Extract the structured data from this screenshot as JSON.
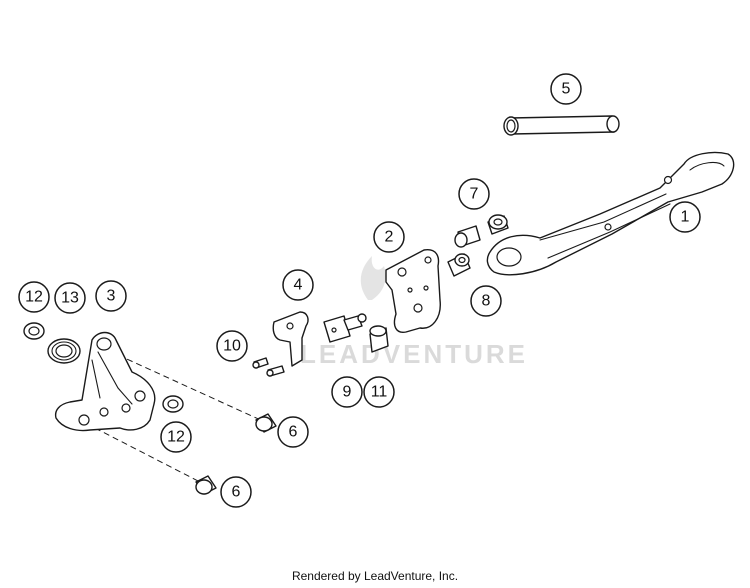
{
  "diagram": {
    "callouts": [
      {
        "key": "p1",
        "label": "1"
      },
      {
        "key": "p2",
        "label": "2"
      },
      {
        "key": "p3",
        "label": "3"
      },
      {
        "key": "p4",
        "label": "4"
      },
      {
        "key": "p5",
        "label": "5"
      },
      {
        "key": "p6a",
        "label": "6"
      },
      {
        "key": "p6b",
        "label": "6"
      },
      {
        "key": "p7",
        "label": "7"
      },
      {
        "key": "p8",
        "label": "8"
      },
      {
        "key": "p9",
        "label": "9"
      },
      {
        "key": "p10",
        "label": "10"
      },
      {
        "key": "p11",
        "label": "11"
      },
      {
        "key": "p12a",
        "label": "12"
      },
      {
        "key": "p12b",
        "label": "12"
      },
      {
        "key": "p13",
        "label": "13"
      }
    ],
    "watermark": "LEADVENTURE"
  },
  "footer": {
    "credit": "Rendered by LeadVenture, Inc."
  }
}
